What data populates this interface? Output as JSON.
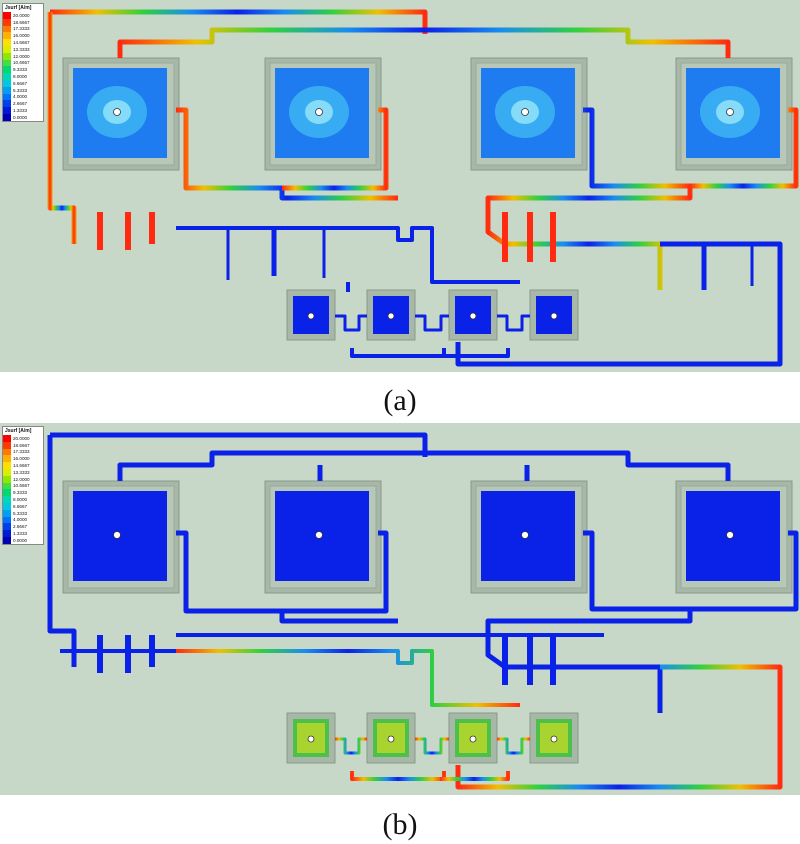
{
  "panels": [
    {
      "id": "a",
      "caption": "(a)",
      "mode": "left-active"
    },
    {
      "id": "b",
      "caption": "(b)",
      "mode": "right-active"
    }
  ],
  "legend": {
    "title": "Jsurf [A/m]",
    "values": [
      "20.0000",
      "18.6667",
      "17.3333",
      "16.0000",
      "14.6667",
      "13.3333",
      "12.0000",
      "10.6667",
      "9.3333",
      "8.0000",
      "6.6667",
      "5.3333",
      "4.0000",
      "2.6667",
      "1.3333",
      "0.0000"
    ],
    "colors": [
      "#ff0000",
      "#ff3a00",
      "#ff7a00",
      "#ffb000",
      "#ffe000",
      "#d8f000",
      "#90e800",
      "#40e040",
      "#00d870",
      "#00d8b0",
      "#00c8e0",
      "#00a0f0",
      "#0070ff",
      "#0040e8",
      "#0018d8",
      "#0000b0"
    ]
  },
  "colors": {
    "background": "#c8d8c8",
    "pad_outer": "#a8b8a8",
    "pad_inner": "#b8c8b8",
    "low": "#0a22e8",
    "mid": "#1a8cf0",
    "hot": "#ff2a10",
    "warm": "#f0c000",
    "green": "#30d040"
  }
}
